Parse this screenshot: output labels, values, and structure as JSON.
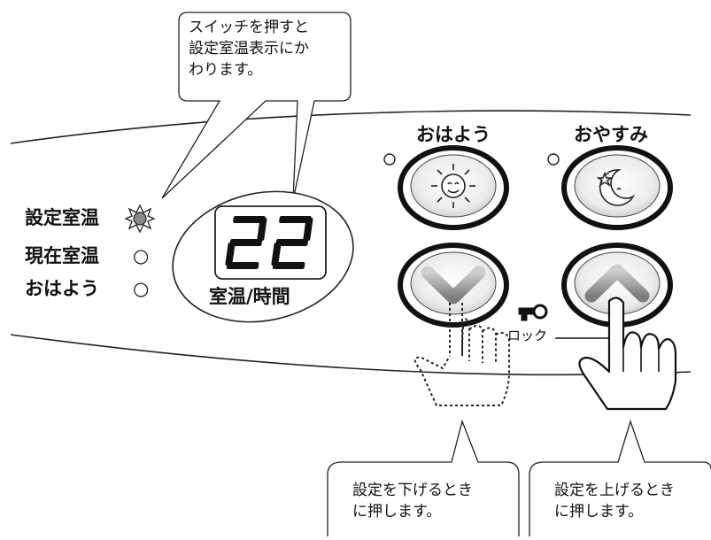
{
  "callout_top": "スイッチを押すと\n設定室温表示にか\nわります。",
  "callout_down": "設定を下げるとき\nに押します。",
  "callout_up": "設定を上げるとき\nに押します。",
  "indicators": {
    "setting_temp": "設定室温",
    "current_temp": "現在室温",
    "ohayou": "おはよう",
    "circle_mark": "○"
  },
  "display": {
    "digits": "22",
    "label": "室温/時間"
  },
  "buttons": {
    "ohayou": "おはよう",
    "oyasumi": "おやすみ"
  },
  "lock_label": "ロック",
  "colors": {
    "button_ring": "#1a1a1a",
    "button_face": "#e6e6e6",
    "chevron": "#9a9a9a",
    "lit_led": "#8a8a8a"
  },
  "icons": [
    "sun-face-icon",
    "moon-star-icon",
    "chevron-down-icon",
    "chevron-up-icon",
    "key-icon",
    "pointing-hand-icon"
  ]
}
